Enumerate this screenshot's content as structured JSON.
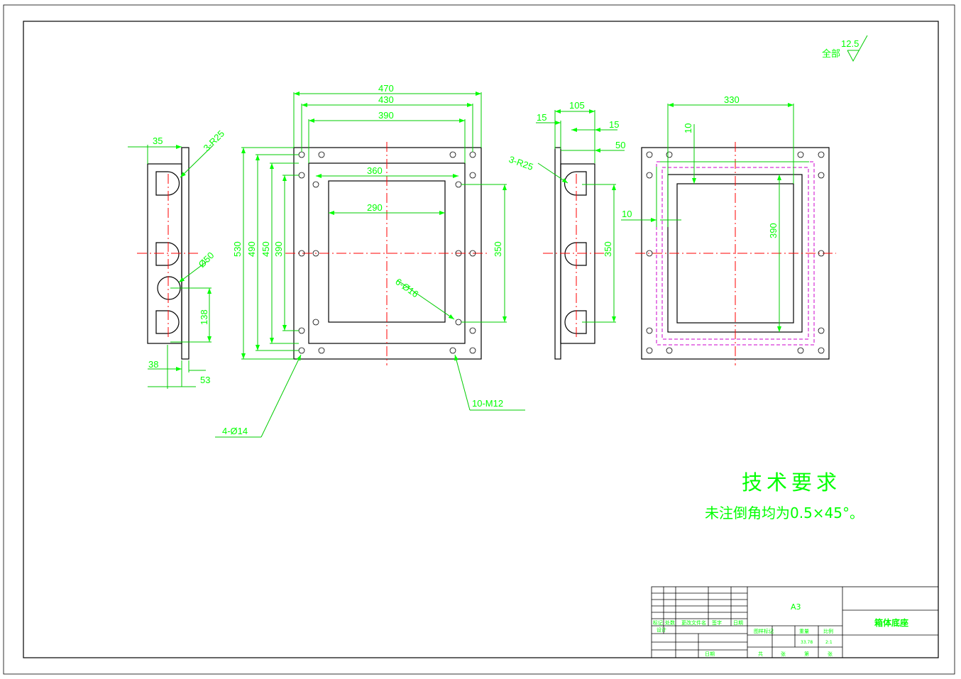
{
  "roughness": {
    "value": "12.5",
    "label": "全部"
  },
  "view_left": {
    "dims": {
      "w35": "35",
      "r25": "3-R25",
      "d50": "Ø50",
      "h138": "138",
      "w38": "38",
      "w53": "53"
    }
  },
  "view_front": {
    "dims": {
      "w470": "470",
      "w430": "430",
      "w390": "390",
      "w360": "360",
      "w290": "290",
      "h530": "530",
      "h490": "490",
      "h450": "450",
      "h390": "390",
      "h350": "350",
      "holes16": "6-Ø16",
      "holes14": "4-Ø14",
      "m12": "10-M12"
    }
  },
  "view_side": {
    "dims": {
      "w15a": "15",
      "w105": "105",
      "w15b": "15",
      "w50": "50",
      "r25": "3-R25",
      "h350": "350"
    }
  },
  "view_top": {
    "dims": {
      "w330": "330",
      "t10a": "10",
      "t10b": "10",
      "h390": "390"
    }
  },
  "tech_req": {
    "title": "技术要求",
    "line": "未注倒角均为0.5×45°。"
  },
  "title_block": {
    "size": "A3",
    "part_name": "箱体底座",
    "labels": {
      "mark": "标记",
      "count": "处数",
      "change_doc": "更改文件名",
      "sign": "签字",
      "date": "日期",
      "design": "设计",
      "stage_mark": "图样标记",
      "weight": "重量",
      "scale_label": "比例",
      "weight_val": "33.78",
      "scale_val": "2:1",
      "total": "共",
      "sheet": "张",
      "page_of": "第",
      "sheet2": "张",
      "approve_date": "日期"
    }
  },
  "colors": {
    "dimension": "#00ff00",
    "outline": "#000000",
    "centerline": "#ff0000",
    "hidden": "#cc00cc"
  }
}
